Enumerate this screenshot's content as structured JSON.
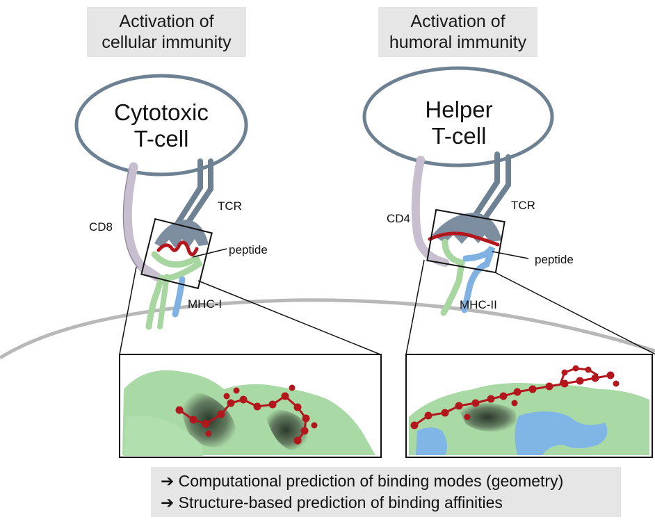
{
  "left_panel": {
    "header_lines": [
      "Activation of",
      "cellular immunity"
    ],
    "cell_lines": [
      "Cytotoxic",
      "T-cell"
    ],
    "coreceptor": "CD8",
    "receptor": "TCR",
    "peptide": "peptide",
    "mhc": "MHC-I"
  },
  "right_panel": {
    "header_lines": [
      "Activation of",
      "humoral immunity"
    ],
    "cell_lines": [
      "Helper",
      "T-cell"
    ],
    "coreceptor": "CD4",
    "receptor": "TCR",
    "peptide": "peptide",
    "mhc": "MHC-II"
  },
  "footer": {
    "arrow": "➔",
    "lines": [
      "Computational prediction of binding modes (geometry)",
      "Structure-based prediction of binding affinities"
    ]
  },
  "colors": {
    "membrane": "#6e8193",
    "cd_coreceptor": "#c7bfd0",
    "tcr": "#6e8193",
    "peptide": "#b3161c",
    "mhc_alpha": "#a8d6a0",
    "mhc_beta": "#7fb1e3",
    "surface_green": "#a9d9a5",
    "surface_blue": "#80b6e6",
    "cell_surface": "#b8b8b8"
  }
}
